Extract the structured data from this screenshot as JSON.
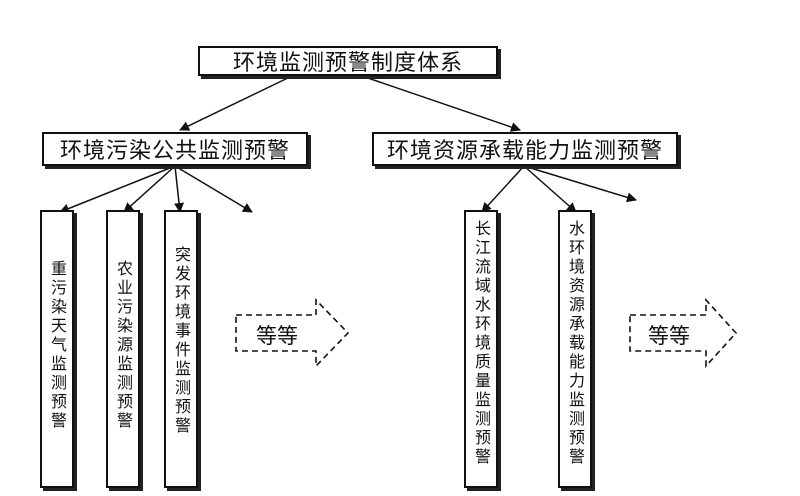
{
  "root": {
    "label": "环境监测预警制度体系"
  },
  "branches": [
    {
      "label": "环境污染公共监测预警",
      "children": [
        "重污染天气监测预警",
        "农业污染源监测预警",
        "突发环境事件监测预警"
      ],
      "etc": "等等"
    },
    {
      "label": "环境资源承载能力监测预警",
      "children": [
        "长江流域水环境质量监测预警",
        "水环境资源承载能力监测预警"
      ],
      "etc": "等等"
    }
  ],
  "colors": {
    "line": "#111111",
    "background": "#ffffff"
  }
}
